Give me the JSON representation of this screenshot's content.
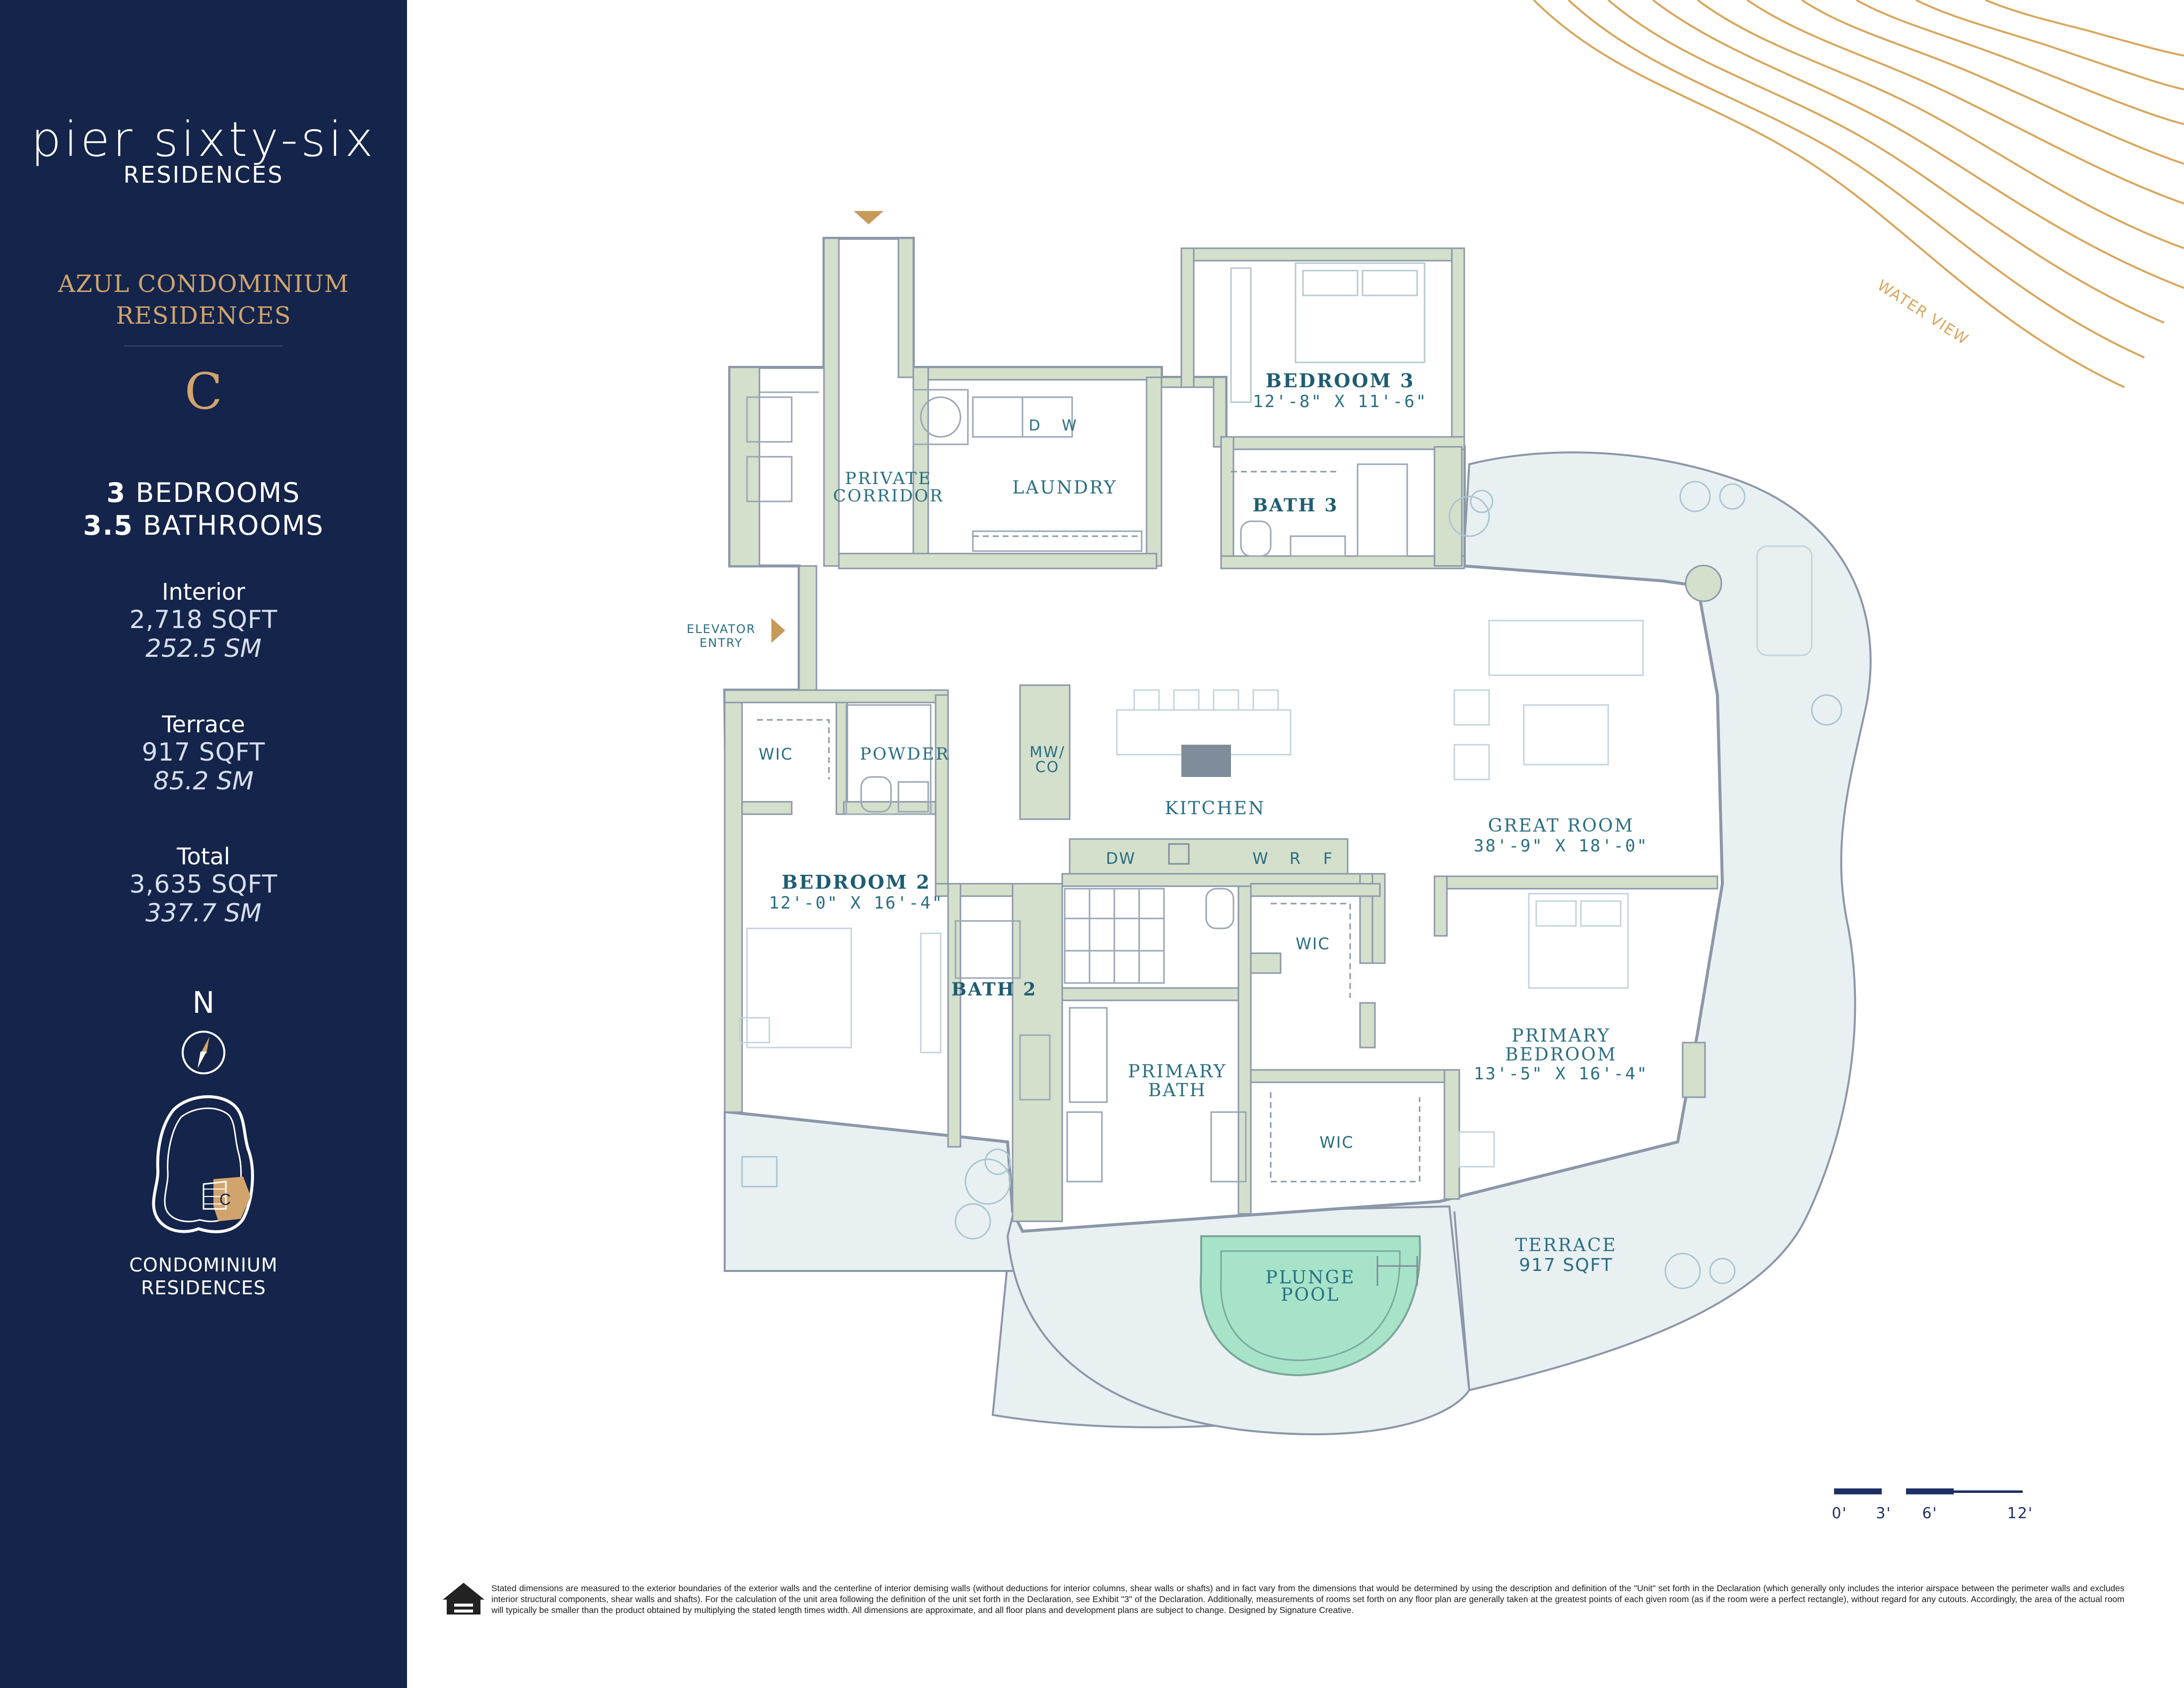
{
  "brand": {
    "name": "pier sixty-six",
    "sub": "RESIDENCES"
  },
  "collection": {
    "line1": "AZUL CONDOMINIUM",
    "line2": "RESIDENCES"
  },
  "unit": "C",
  "summary": {
    "bedrooms_num": "3",
    "bedrooms_label": "BEDROOMS",
    "bathrooms_num": "3.5",
    "bathrooms_label": "BATHROOMS"
  },
  "areas": {
    "interior": {
      "label": "Interior",
      "sqft": "2,718 SQFT",
      "sm": "252.5 SM"
    },
    "terrace": {
      "label": "Terrace",
      "sqft": "917 SQFT",
      "sm": "85.2 SM"
    },
    "total": {
      "label": "Total",
      "sqft": "3,635 SQFT",
      "sm": "337.7 SM"
    }
  },
  "compass": {
    "north": "N"
  },
  "keyplan": {
    "marker": "C",
    "line1": "CONDOMINIUM",
    "line2": "RESIDENCES"
  },
  "plan": {
    "water_view": "WATER VIEW",
    "elevator_entry": {
      "line1": "ELEVATOR",
      "line2": "ENTRY"
    },
    "rooms": {
      "private_corridor": {
        "line1": "PRIVATE",
        "line2": "CORRIDOR"
      },
      "laundry": "LAUNDRY",
      "laundry_d": "D",
      "laundry_w": "W",
      "bedroom3": {
        "name": "BEDROOM 3",
        "dims": "12'-8\" X 11'-6\""
      },
      "bath3": "BATH 3",
      "wic_bed2": "WIC",
      "powder": "POWDER",
      "mw_co": {
        "line1": "MW/",
        "line2": "CO"
      },
      "kitchen": "KITCHEN",
      "kitchen_dw": "DW",
      "kitchen_w": "W",
      "kitchen_r": "R",
      "kitchen_f": "F",
      "great_room": {
        "name": "GREAT ROOM",
        "dims": "38'-9\" X 18'-0\""
      },
      "bedroom2": {
        "name": "BEDROOM 2",
        "dims": "12'-0\" X 16'-4\""
      },
      "bath2": "BATH 2",
      "primary_bath": {
        "line1": "PRIMARY",
        "line2": "BATH"
      },
      "wic_primary_1": "WIC",
      "wic_primary_2": "WIC",
      "primary_bedroom": {
        "line1": "PRIMARY",
        "line2": "BEDROOM",
        "dims": "13'-5\" X 16'-4\""
      },
      "plunge_pool": {
        "line1": "PLUNGE",
        "line2": "POOL"
      },
      "terrace": {
        "name": "TERRACE",
        "area": "917 SQFT"
      }
    }
  },
  "scale": {
    "t0": "0'",
    "t3": "3'",
    "t6": "6'",
    "t12": "12'"
  },
  "disclaimer": "Stated dimensions are measured to the exterior boundaries of the exterior walls and the centerline of interior demising walls (without deductions for interior columns, shear walls or shafts) and in fact vary from the dimensions that would be determined by using the description and definition of the \"Unit\" set forth in the Declaration (which generally only includes the interior airspace between the perimeter walls and excludes interior structural components, shear walls and shafts). For the calculation of the unit area following the definition of the unit set forth in the Declaration, see Exhibit \"3\" of the Declaration. Additionally, measurements of rooms set forth on any floor plan are generally taken at the greatest points of each given room (as if the room were a perfect rectangle), without regard for any cutouts. Accordingly, the area of the actual room will typically be smaller than the product obtained by multiplying the stated length times width. All dimensions are approximate, and all floor plans and development plans are subject to change. Designed by Signature Creative.",
  "colors": {
    "sidebar": "#14244a",
    "gold": "#d1a46e",
    "wall_fill": "#d4e0cc",
    "wall_line": "#8c97a8",
    "terrace_fill": "#e9f0f2",
    "pool": "#9fe0c4",
    "label": "#2a6e82"
  }
}
